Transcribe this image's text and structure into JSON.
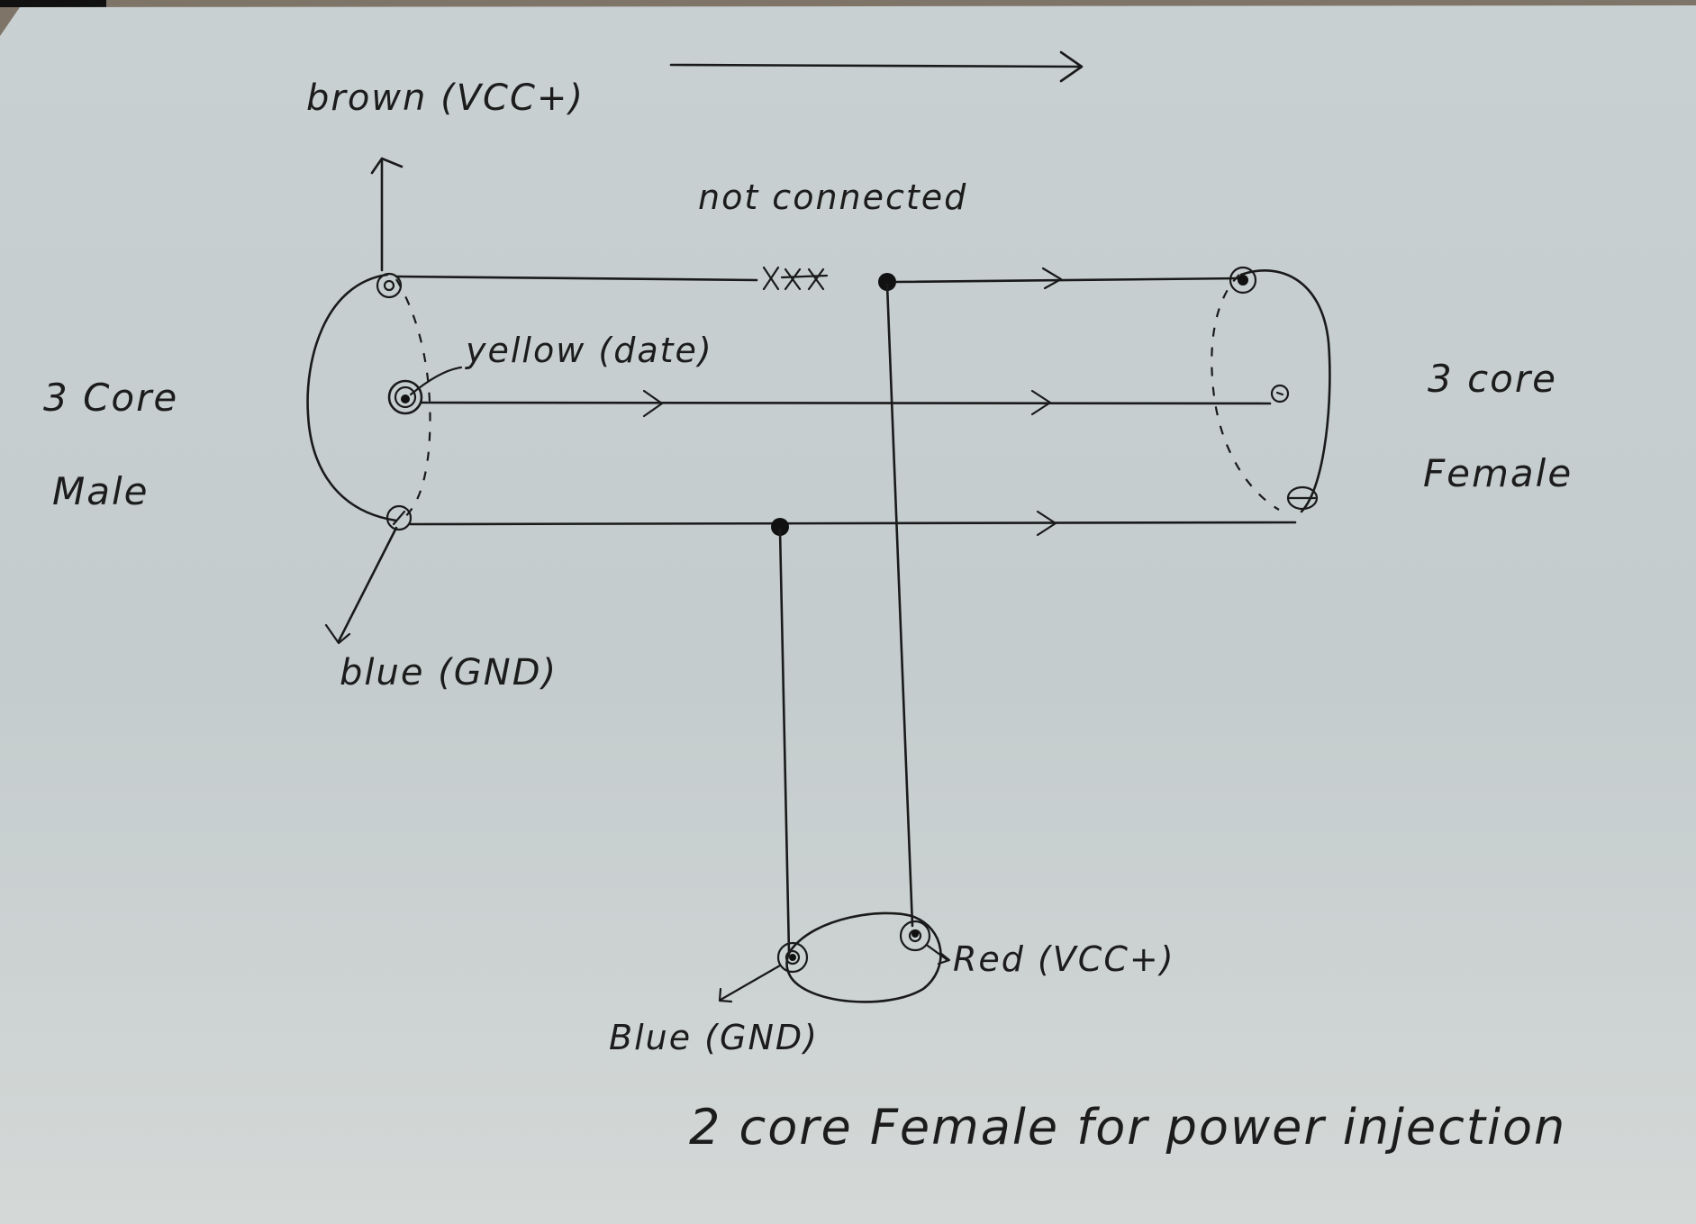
{
  "colors": {
    "paper": "#c7cfd0",
    "ink": "#1a1a1a",
    "background": "#7a6e62"
  },
  "labels": {
    "brown": "brown (VCC+)",
    "not_connected": "not connected",
    "yellow": "yellow (date)",
    "blue_gnd": "blue (GND)",
    "male_line1": "3 Core",
    "male_line2": "Male",
    "female_line1": "3 core",
    "female_line2": "Female",
    "red": "Red (VCC+)",
    "blue_power": "Blue (GND)",
    "caption": "2 core Female for power injection",
    "x_marks": "xxx"
  }
}
